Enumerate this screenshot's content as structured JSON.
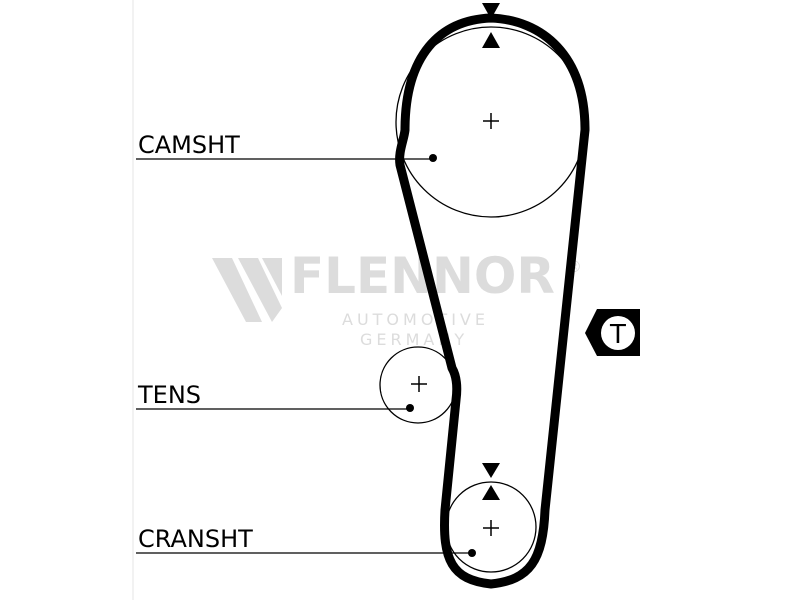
{
  "labels": {
    "camshaft": "CAMSHT",
    "tensioner": "TENS",
    "crankshaft": "CRANSHT"
  },
  "tension_marker": "T",
  "watermark": {
    "brand": "FLENNOR",
    "registered": "®",
    "line1": "AUTOMOTIVE",
    "line2": "GERMANY"
  },
  "colors": {
    "line": "#000000",
    "watermark": "#dcdcdc",
    "background": "#ffffff"
  }
}
